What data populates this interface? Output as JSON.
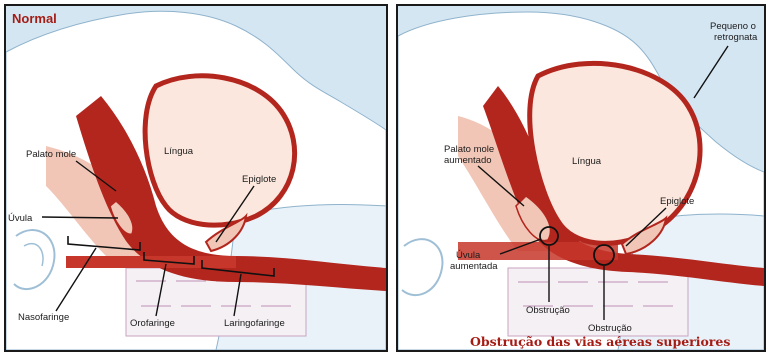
{
  "panels": {
    "normal": {
      "title": "Normal",
      "labels": {
        "palato_mole": "Palato mole",
        "lingua": "Língua",
        "epiglote": "Epiglote",
        "uvula": "Úvula",
        "nasofaringe": "Nasofaringe",
        "orofaringe": "Orofaringe",
        "laringofaringe": "Laringofaringe"
      }
    },
    "obstruction": {
      "labels": {
        "pequeno_o": "Pequeno o",
        "retrognata": "retrognata",
        "palato_mole": "Palato mole",
        "aumentado": "aumentado",
        "lingua": "Língua",
        "epiglote": "Epiglote",
        "uvula": "Úvula",
        "aumentada": "aumentada",
        "obstrucao_1": "Obstrução",
        "obstrucao_2": "Obstrução"
      },
      "caption": "Obstrução das vias aéreas superiores"
    }
  },
  "colors": {
    "background": "#d5e6f3",
    "skin": "#ffffff",
    "airway": "#b3261e",
    "tissue": "#f1c6b6",
    "title_red": "#a51c15"
  }
}
